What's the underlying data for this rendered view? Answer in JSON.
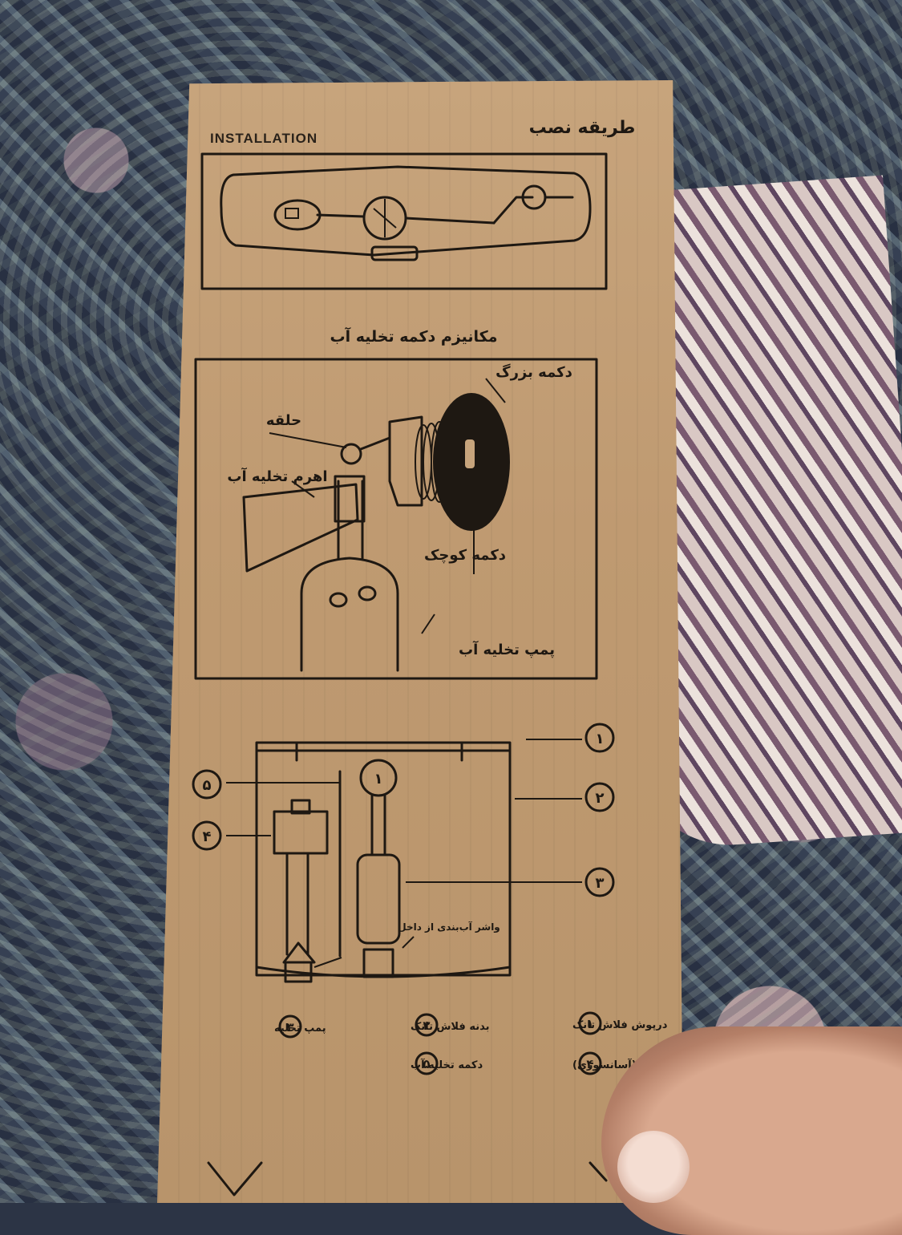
{
  "box": {
    "heading_en": "INSTALLATION",
    "heading_fa": "طریقه نصب",
    "mechanism_title": "مکانیزم دکمه تخلیه آب",
    "mechanism_labels": {
      "large_button": "دکمه بزرگ",
      "ring": "حلقه",
      "flush_lever": "اهرم تخلیه آب",
      "small_button": "دکمه کوچک",
      "flush_pump": "پمپ تخلیه آب"
    },
    "part_numbers": [
      "۱",
      "۲",
      "۳",
      "۴",
      "۵"
    ],
    "part_inner_number": "۱",
    "overflow_note": "واشر آب‌بندی از داخل",
    "legend": [
      {
        "num": "۱",
        "text": "درپوش فلاش تانک"
      },
      {
        "num": "۲",
        "text": "بدنه فلاش تانک"
      },
      {
        "num": "۳",
        "text": "پمپ تخلیه"
      },
      {
        "num": "۴",
        "text": "فلوتر (آسانسوری)"
      },
      {
        "num": "۵",
        "text": "دکمه تخلیه آب"
      }
    ]
  }
}
